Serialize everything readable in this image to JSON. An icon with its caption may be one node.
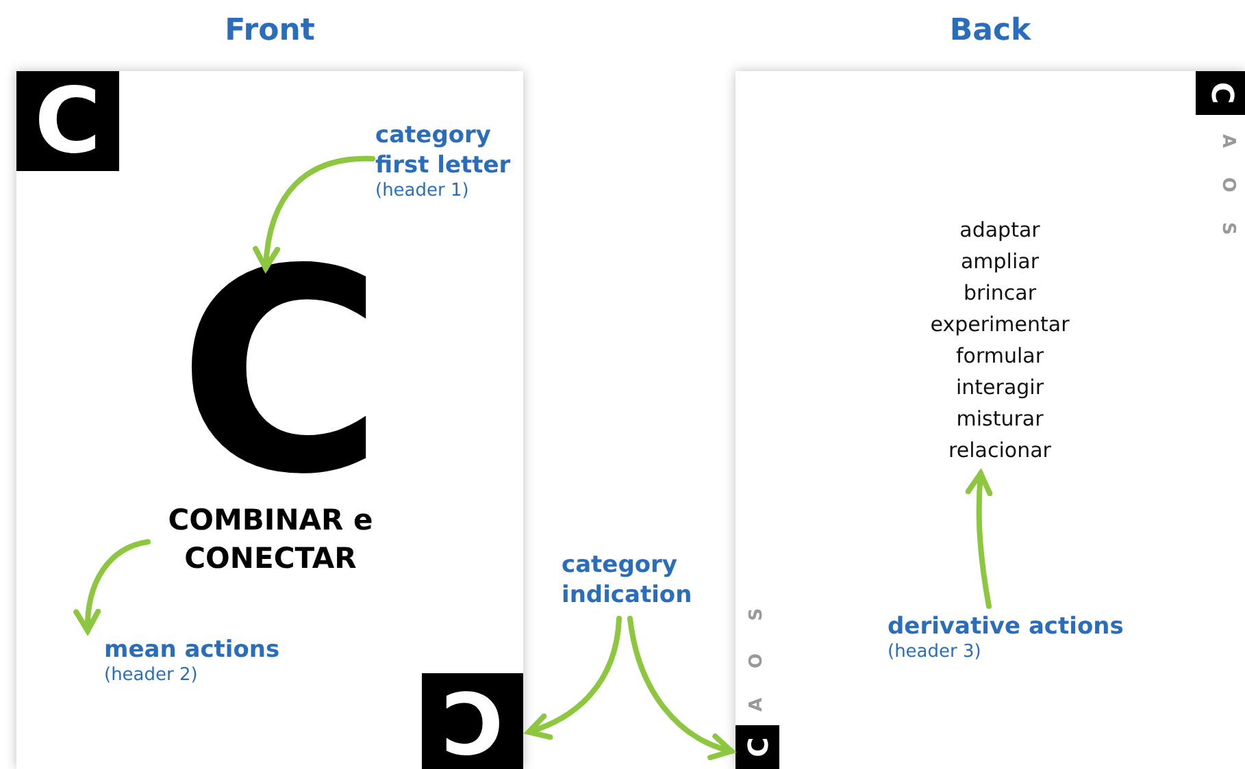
{
  "diagram": {
    "nodes": [
      {
        "text": [
          "Front"
        ]
      },
      {
        "text": [
          "Back"
        ]
      },
      {
        "text": [
          "C"
        ],
        "in": 0
      },
      {
        "text": [
          "category first letter",
          "(header 1)"
        ],
        "in": 0
      },
      {
        "text": [
          "C"
        ],
        "in": 0
      },
      {
        "text": [
          "COMBINAR e CONECTAR"
        ],
        "in": 0
      },
      {
        "text": [
          "mean actions",
          "(header 2)"
        ],
        "in": 0
      },
      {
        "text": [
          "C"
        ],
        "in": 0
      },
      {
        "text": [
          "category indication"
        ]
      },
      {
        "text": [
          "C"
        ],
        "in": 1
      },
      {
        "text": [
          "C"
        ],
        "in": 1
      },
      {
        "text": [
          "adaptar",
          "ampliar",
          "brincar",
          "experimentar",
          "formular",
          "interagir",
          "misturar",
          "relacionar"
        ],
        "in": 1
      },
      {
        "text": [
          "derivative actions",
          "(header 3)"
        ],
        "in": 1
      }
    ],
    "edges": [
      {
        "from": 3,
        "to": 4,
        "arrow": "to"
      },
      {
        "from": 5,
        "to": 6,
        "arrow": "to"
      },
      {
        "from": 8,
        "to": 7,
        "arrow": "to"
      },
      {
        "from": 8,
        "to": 10,
        "arrow": "to"
      },
      {
        "from": 12,
        "to": 11,
        "arrow": "to"
      }
    ],
    "labels": [
      "A",
      "O",
      "S",
      "S",
      "O",
      "A"
    ]
  }
}
